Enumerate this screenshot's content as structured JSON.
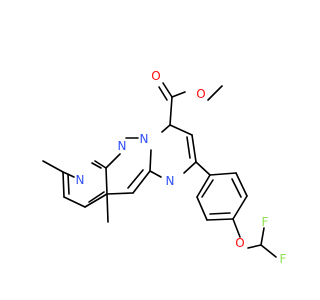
{
  "molecule": {
    "atoms": {
      "n_pyridine": "N",
      "n_pyrazole": "N",
      "n_bridge": "N",
      "n_pyrimidine": "N",
      "o_carbonyl": "O",
      "o_ester": "O",
      "o_ether": "O",
      "f_upper": "F",
      "f_lower": "F"
    },
    "colors": {
      "carbon": "#000000",
      "nitrogen": "#3050F8",
      "oxygen": "#FF0D0D",
      "fluorine": "#90E050"
    }
  }
}
